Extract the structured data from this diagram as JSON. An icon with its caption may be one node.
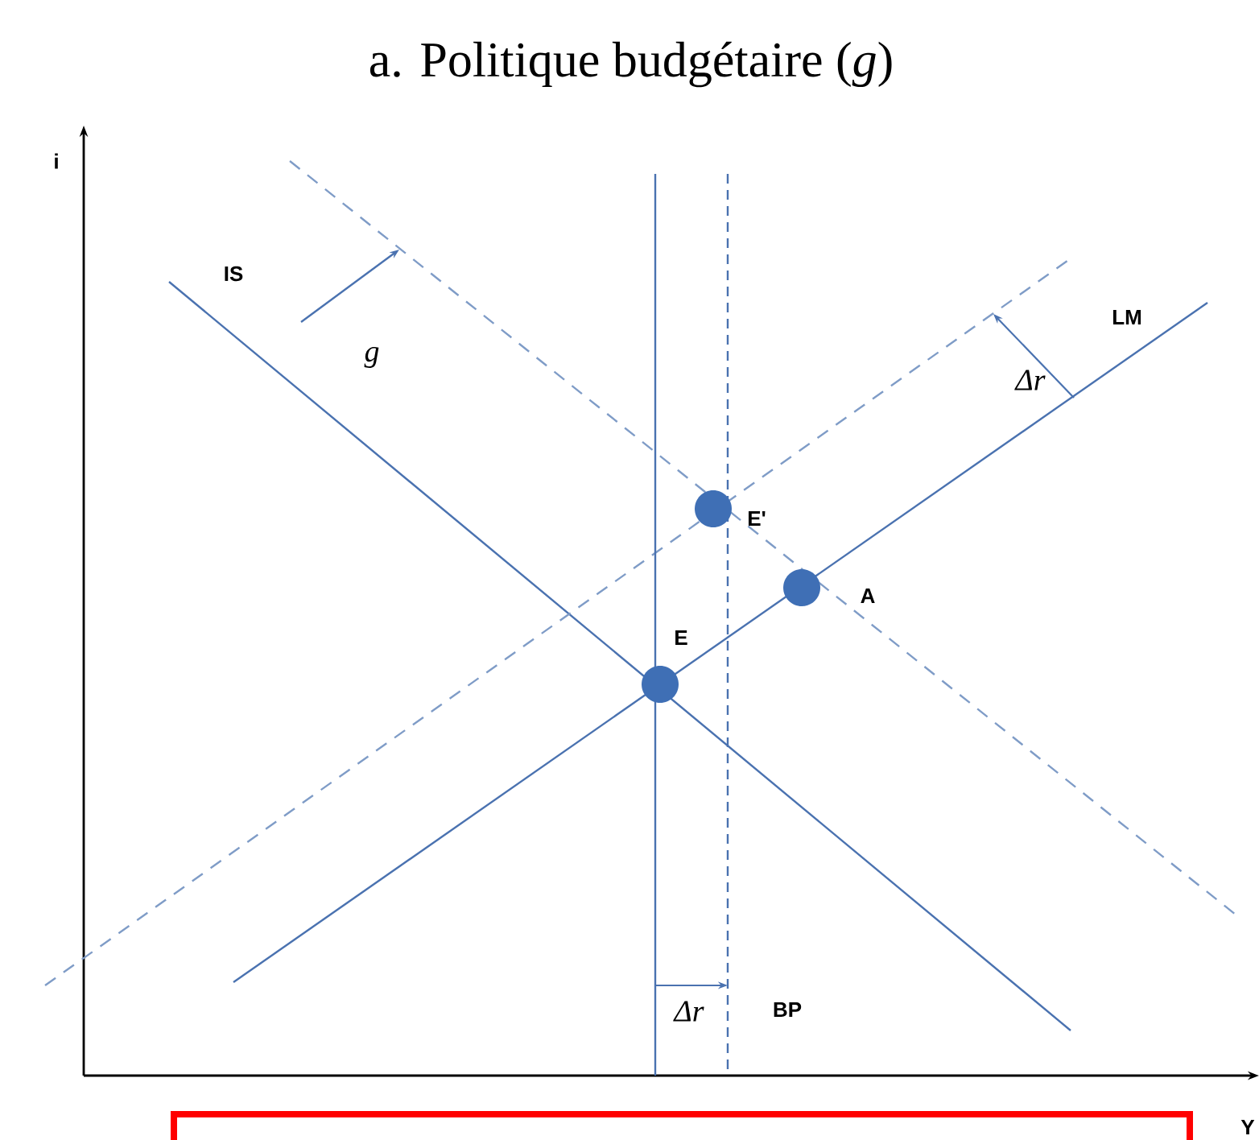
{
  "diagram": {
    "title": "a. Politique budgétaire (*g*)",
    "nodes": [
      {
        "text": [],
        "shape": "circle",
        "beside": [
          "E'"
        ]
      },
      {
        "text": [],
        "shape": "circle",
        "beside": [
          "A"
        ]
      },
      {
        "text": [],
        "shape": "circle",
        "beside": [
          "E"
        ]
      }
    ],
    "labels": [
      "i",
      "IS",
      "g",
      "LM",
      "Δr",
      "Δr",
      "BP",
      "Y"
    ]
  }
}
